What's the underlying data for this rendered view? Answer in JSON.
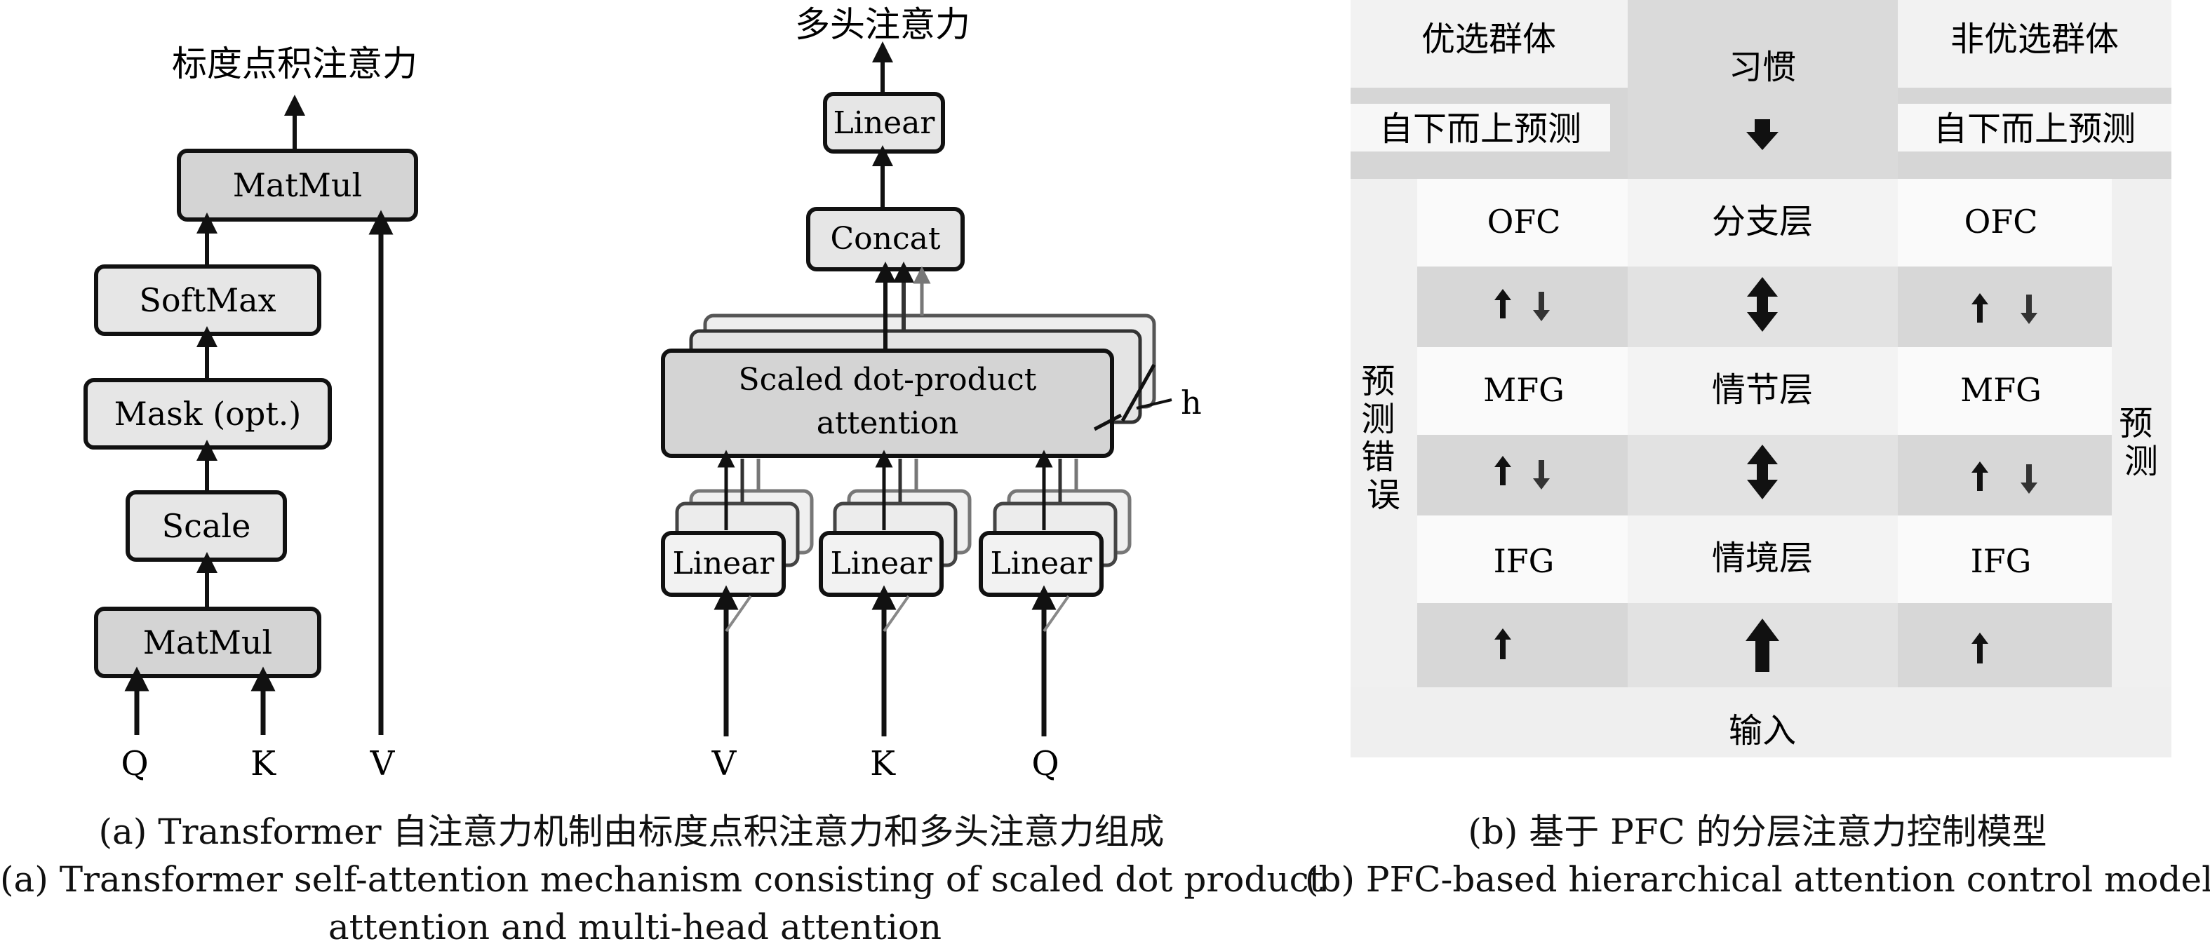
{
  "left": {
    "sdpa": {
      "title": "标度点积注意力",
      "matmul_top": "MatMul",
      "softmax": "SoftMax",
      "mask": "Mask (opt.)",
      "scale": "Scale",
      "matmul_bottom": "MatMul",
      "inputs": [
        "Q",
        "K",
        "V"
      ]
    },
    "mha": {
      "title": "多头注意力",
      "linear_top": "Linear",
      "concat": "Concat",
      "sdpa_line1": "Scaled dot-product",
      "sdpa_line2": "attention",
      "h_label": "h",
      "linears": [
        "Linear",
        "Linear",
        "Linear"
      ],
      "inputs": [
        "V",
        "K",
        "Q"
      ]
    },
    "caption_zh": "(a) Transformer 自注意力机制由标度点积注意力和多头注意力组成",
    "caption_en_line1": "(a) Transformer self-attention mechanism consisting of scaled dot product",
    "caption_en_line2": "attention and multi-head attention"
  },
  "right": {
    "header_left": "优选群体",
    "header_center": "习惯",
    "header_right": "非优选群体",
    "bottomup_left": "自下而上预测",
    "bottomup_right": "自下而上预测",
    "left_side_label": "预测错误",
    "right_side_label": "预测",
    "rows": [
      {
        "left": "OFC",
        "center": "分支层",
        "right": "OFC"
      },
      {
        "left": "MFG",
        "center": "情节层",
        "right": "MFG"
      },
      {
        "left": "IFG",
        "center": "情境层",
        "right": "IFG"
      }
    ],
    "input_label": "输入",
    "caption_zh": "(b) 基于 PFC 的分层注意力控制模型",
    "caption_en": "(b) PFC-based hierarchical attention control model"
  }
}
